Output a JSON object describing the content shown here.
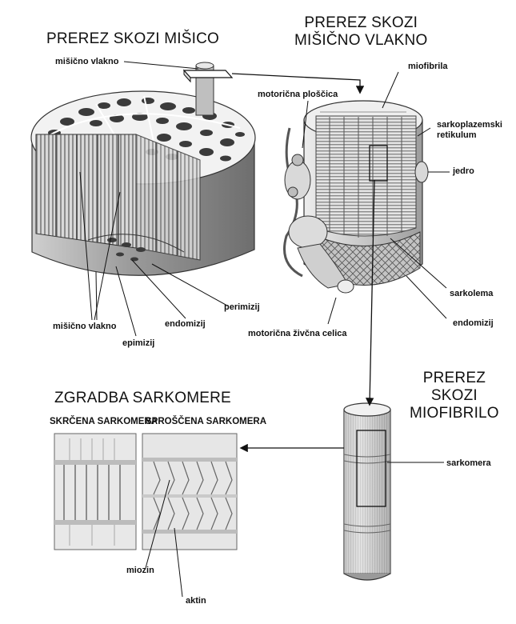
{
  "headings": {
    "muscle": "PREREZ SKOZI MIŠICO",
    "fiber": [
      "PREREZ SKOZI",
      "MIŠIČNO VLAKNO"
    ],
    "myofibril": [
      "PREREZ",
      "SKOZI",
      "MIOFIBRILO"
    ],
    "sarcomere": "ZGRADBA SARKOMERE"
  },
  "subheadings": {
    "contracted": "SKRČENA SARKOMERA",
    "relaxed": "SPROŠČENA SARKOMERA"
  },
  "labels": {
    "fiber_top": "mišično vlakno",
    "fiber_bottom": "mišično vlakno",
    "epimysium": "epimizij",
    "endomysium_left": "endomizij",
    "perimysium": "perimizij",
    "motor_plate": "motorična ploščica",
    "myofibril": "miofibrila",
    "sr_line1": "sarkoplazemski",
    "sr_line2": "retikulum",
    "nucleus": "jedro",
    "sarcolemma": "sarkolema",
    "endomysium_right": "endomizij",
    "motor_neuron": "motorična živčna celica",
    "sarcomere": "sarkomera",
    "myosin": "miozin",
    "actin": "aktin"
  }
}
